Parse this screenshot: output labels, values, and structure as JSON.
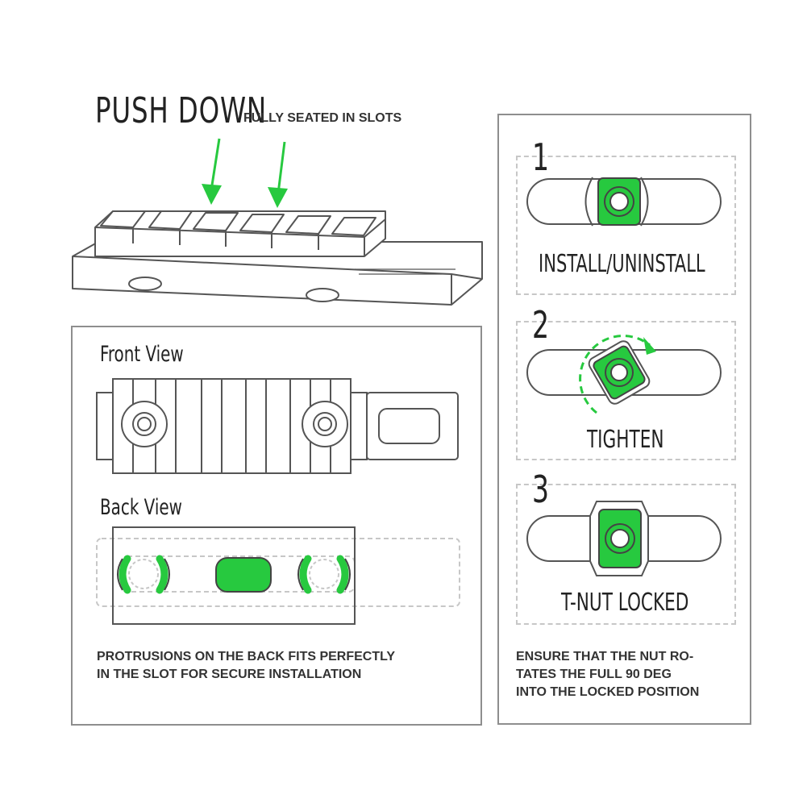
{
  "header": {
    "title": "PUSH DOWN",
    "subtitle": "FULLY SEATED IN SLOTS"
  },
  "left_panel": {
    "front_view_label": "Front View",
    "back_view_label": "Back View",
    "caption_line1": "PROTRUSIONS ON THE BACK FITS PERFECTLY",
    "caption_line2": "IN THE SLOT FOR SECURE INSTALLATION"
  },
  "right_panel": {
    "steps": [
      {
        "number": "1",
        "label": "INSTALL/UNINSTALL"
      },
      {
        "number": "2",
        "label": "TIGHTEN"
      },
      {
        "number": "3",
        "label": "T-NUT LOCKED"
      }
    ],
    "caption_line1": "ENSURE THAT THE NUT RO-",
    "caption_line2": "TATES THE FULL 90 DEG",
    "caption_line3": "INTO THE LOCKED POSITION"
  },
  "colors": {
    "accent_green": "#27c93f",
    "line_gray": "#555555",
    "frame_gray": "#8e8e8e"
  }
}
